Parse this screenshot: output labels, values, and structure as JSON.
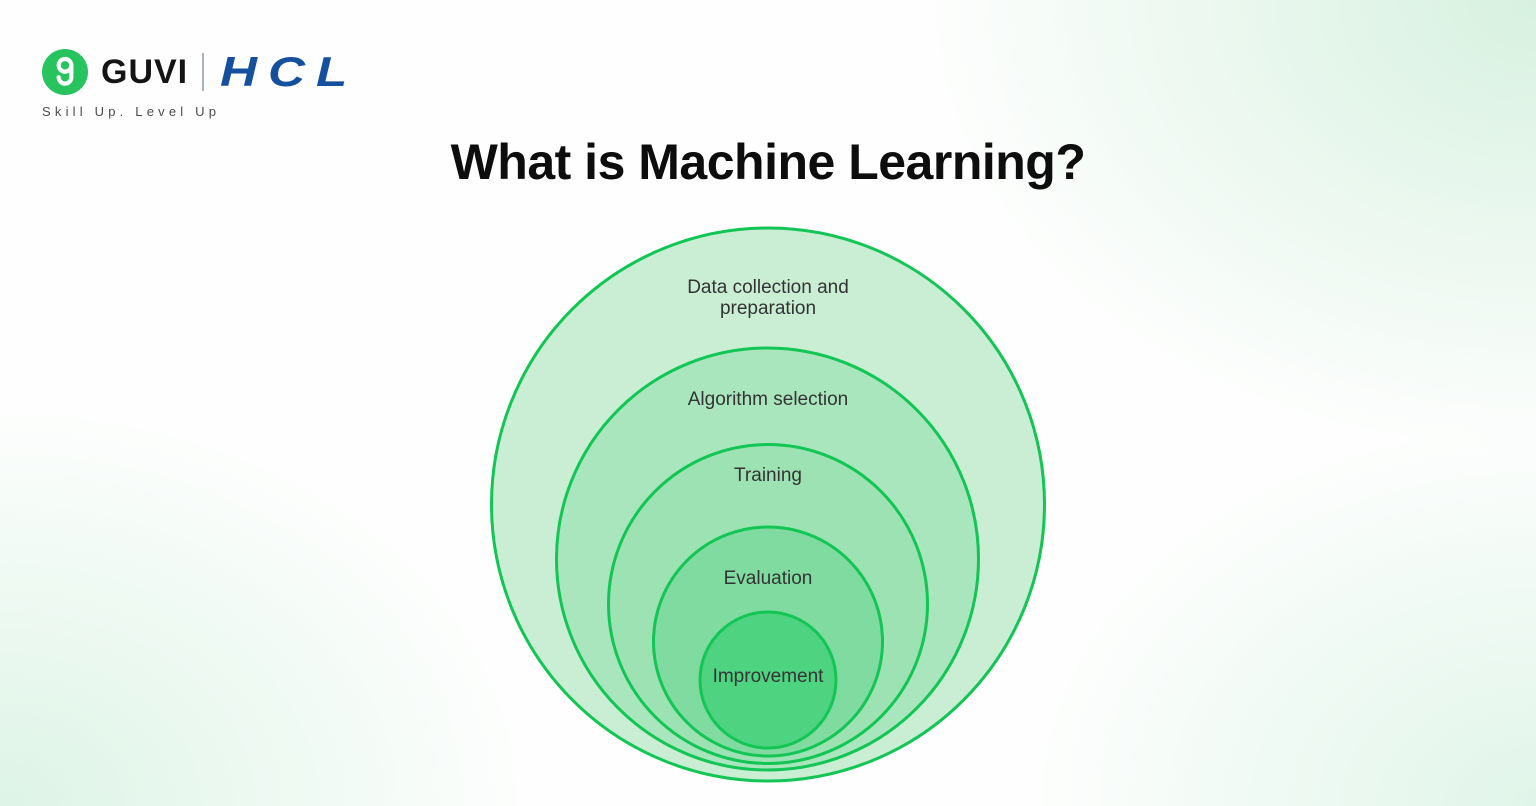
{
  "brand": {
    "guvi": "GUVI",
    "hcl": "HCL",
    "tagline": "Skill Up. Level Up",
    "logo_green": "#27c45d",
    "hcl_blue": "#15509f"
  },
  "title": "What is Machine Learning?",
  "diagram": {
    "type": "nested-circles",
    "description": "Machine learning workflow stages shown as concentric nested circles, outermost to innermost",
    "stroke_color": "#12c554",
    "levels": [
      {
        "label": "Data collection and preparation",
        "fill": "#c9eed4"
      },
      {
        "label": "Algorithm selection",
        "fill": "#aae6bd"
      },
      {
        "label": "Training",
        "fill": "#9ce2b3"
      },
      {
        "label": "Evaluation",
        "fill": "#80dba1"
      },
      {
        "label": "Improvement",
        "fill": "#4ed381"
      }
    ]
  }
}
